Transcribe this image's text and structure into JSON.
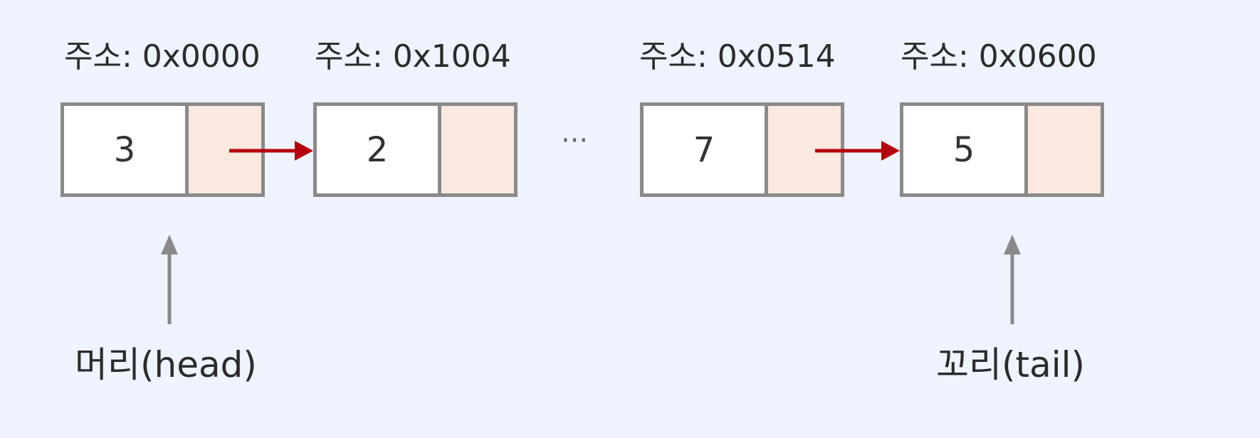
{
  "nodes": [
    {
      "address": "주소: 0x0000",
      "value": "3"
    },
    {
      "address": "주소: 0x1004",
      "value": "2"
    },
    {
      "address": "주소: 0x0514",
      "value": "7"
    },
    {
      "address": "주소: 0x0600",
      "value": "5"
    }
  ],
  "ellipsis": "···",
  "head_label": "머리(head)",
  "tail_label": "꼬리(tail)",
  "colors": {
    "background": "#eef3fd",
    "node_border": "#8a8a8a",
    "pointer_fill": "#fbe8df",
    "link_arrow": "#b8000c",
    "marker_arrow": "#8a8a8a"
  }
}
